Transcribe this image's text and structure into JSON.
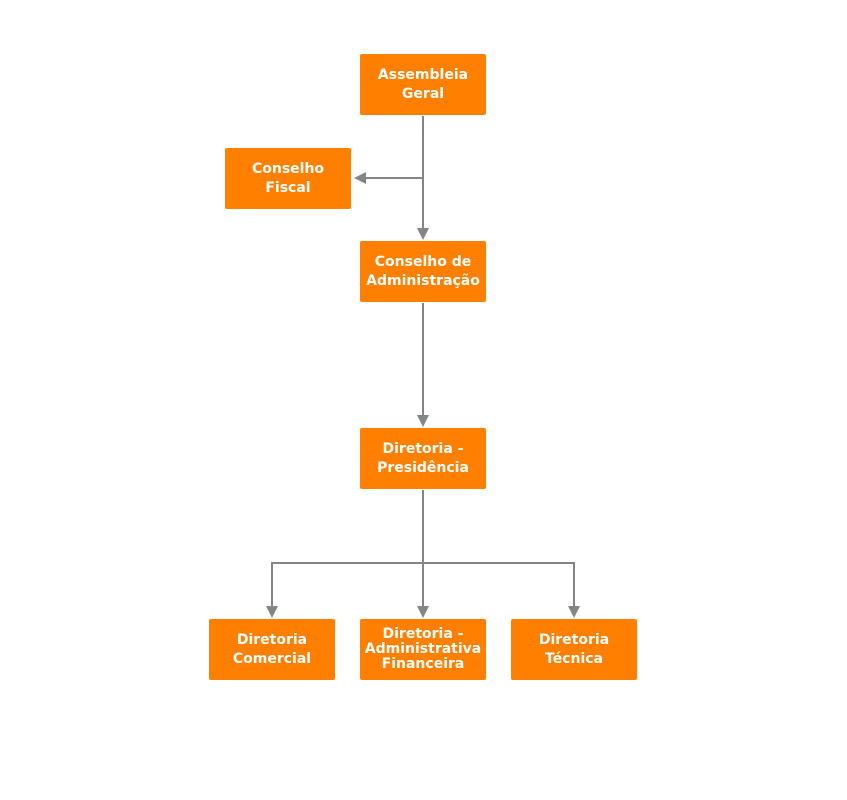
{
  "diagram": {
    "type": "org-chart",
    "colors": {
      "node_fill": "#ff7f00",
      "node_text": "#ffffff",
      "connector": "#858585"
    },
    "nodes": {
      "assembleia": "Assembleia\nGeral",
      "fiscal": "Conselho\nFiscal",
      "conselho_admin": "Conselho de\nAdministração",
      "presidencia": "Diretoria -\nPresidência",
      "comercial": "Diretoria\nComercial",
      "adm_financeira": "Diretoria  -\nAdministrativa\nFinanceira",
      "tecnica": "Diretoria\nTécnica"
    },
    "edges": [
      {
        "from": "assembleia",
        "to": "conselho_admin"
      },
      {
        "from": "assembleia",
        "to": "fiscal"
      },
      {
        "from": "conselho_admin",
        "to": "presidencia"
      },
      {
        "from": "presidencia",
        "to": "comercial"
      },
      {
        "from": "presidencia",
        "to": "adm_financeira"
      },
      {
        "from": "presidencia",
        "to": "tecnica"
      }
    ]
  }
}
